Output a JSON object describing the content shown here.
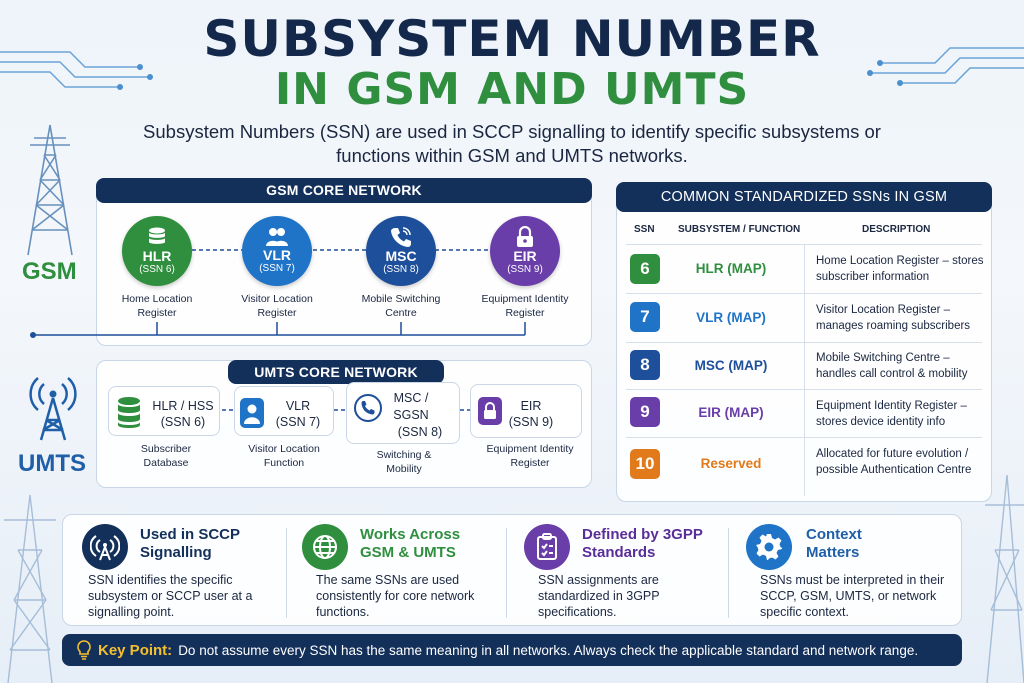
{
  "title": {
    "line1": "SUBSYSTEM NUMBER",
    "line2": "IN GSM AND UMTS",
    "subtitle": "Subsystem Numbers (SSN) are used in SCCP signalling to identify specific subsystems or functions within GSM and UMTS networks."
  },
  "side_labels": {
    "gsm": "GSM",
    "umts": "UMTS"
  },
  "gsm": {
    "header": "GSM CORE NETWORK",
    "nodes": [
      {
        "name": "HLR",
        "ssn": "(SSN 6)",
        "caption": "Home Location Register",
        "icon": "database-icon",
        "color": "#2f8f3e"
      },
      {
        "name": "VLR",
        "ssn": "(SSN 7)",
        "caption": "Visitor Location Register",
        "icon": "users-icon",
        "color": "#1f74c8"
      },
      {
        "name": "MSC",
        "ssn": "(SSN 8)",
        "caption": "Mobile Switching Centre",
        "icon": "phone-icon",
        "color": "#1d4f9a"
      },
      {
        "name": "EIR",
        "ssn": "(SSN 9)",
        "caption": "Equipment Identity Register",
        "icon": "lock-icon",
        "color": "#6a3ea8"
      }
    ]
  },
  "umts": {
    "header": "UMTS CORE NETWORK",
    "nodes": [
      {
        "name": "HLR / HSS",
        "ssn": "(SSN 6)",
        "caption": "Subscriber Database",
        "icon": "database-icon",
        "color": "#2f8f3e"
      },
      {
        "name": "VLR",
        "ssn": "(SSN 7)",
        "caption": "Visitor Location Function",
        "icon": "user-icon",
        "color": "#1f74c8"
      },
      {
        "name": "MSC / SGSN",
        "ssn": "(SSN 8)",
        "caption": "Switching & Mobility",
        "icon": "phone-icon",
        "color": "#1d4f9a"
      },
      {
        "name": "EIR",
        "ssn": "(SSN 9)",
        "caption": "Equipment Identity Register",
        "icon": "lock-icon",
        "color": "#6a3ea8"
      }
    ]
  },
  "ssn_table": {
    "header": "COMMON STANDARDIZED SSNs IN GSM",
    "columns": [
      "SSN",
      "SUBSYSTEM / FUNCTION",
      "DESCRIPTION"
    ],
    "rows": [
      {
        "ssn": "6",
        "function": "HLR (MAP)",
        "description": "Home Location Register – stores subscriber information",
        "color": "#2f8f3e"
      },
      {
        "ssn": "7",
        "function": "VLR (MAP)",
        "description": "Visitor Location Register – manages roaming subscribers",
        "color": "#1f74c8"
      },
      {
        "ssn": "8",
        "function": "MSC (MAP)",
        "description": "Mobile Switching Centre – handles call control & mobility",
        "color": "#1d4f9a"
      },
      {
        "ssn": "9",
        "function": "EIR (MAP)",
        "description": "Equipment Identity Register – stores device identity info",
        "color": "#6a3ea8"
      },
      {
        "ssn": "10",
        "function": "Reserved",
        "description": "Allocated for future evolution / possible Authentication Centre",
        "color": "#e07a1a"
      }
    ]
  },
  "info_cards": [
    {
      "title": "Used in SCCP Signalling",
      "text": "SSN identifies the specific subsystem or SCCP user at a signalling point.",
      "icon": "antenna-icon",
      "color": "#13305a",
      "title_color": "#13305a"
    },
    {
      "title": "Works Across GSM & UMTS",
      "text": "The same SSNs are used consistently for core network functions.",
      "icon": "globe-icon",
      "color": "#2f8f3e",
      "title_color": "#2f8f3e"
    },
    {
      "title": "Defined by 3GPP Standards",
      "text": "SSN assignments are standardized in 3GPP specifications.",
      "icon": "clipboard-icon",
      "color": "#6a3ea8",
      "title_color": "#5a2e98"
    },
    {
      "title": "Context Matters",
      "text": "SSNs must be interpreted in their SCCP, GSM, UMTS, or network specific context.",
      "icon": "gear-icon",
      "color": "#1f74c8",
      "title_color": "#1f5fa8"
    }
  ],
  "key_point": {
    "label": "Key Point:",
    "text": "Do not assume every SSN has the same meaning in all networks. Always check the applicable standard and network range.",
    "icon": "lightbulb-icon"
  }
}
